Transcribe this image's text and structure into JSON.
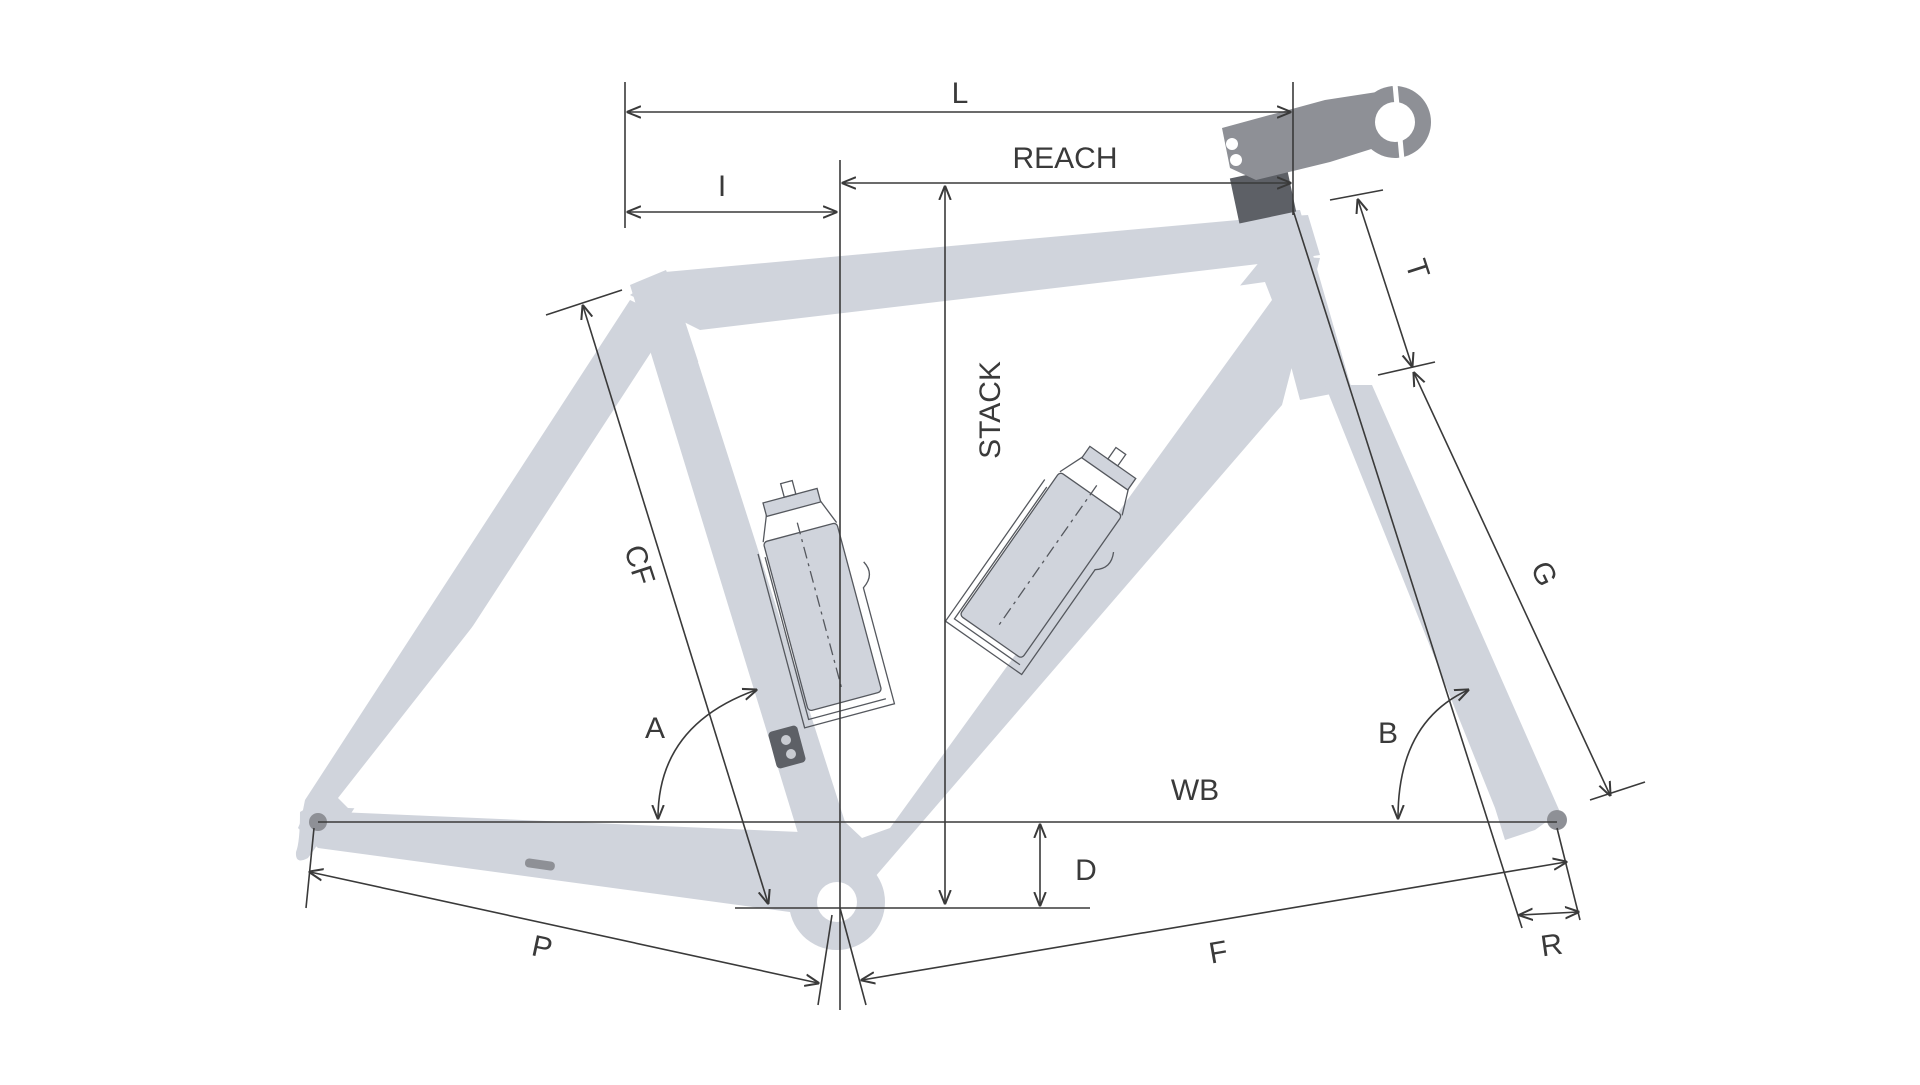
{
  "diagram": {
    "labels": {
      "L": "L",
      "I": "I",
      "REACH": "REACH",
      "STACK": "STACK",
      "T": "T",
      "CF": "CF",
      "G": "G",
      "A": "A",
      "B": "B",
      "WB": "WB",
      "D": "D",
      "P": "P",
      "F": "F",
      "R": "R"
    },
    "colors": {
      "frame": "#d0d4dc",
      "lines": "#3a3a3a",
      "stem": "#8e9096",
      "headset": "#5d6066"
    }
  }
}
